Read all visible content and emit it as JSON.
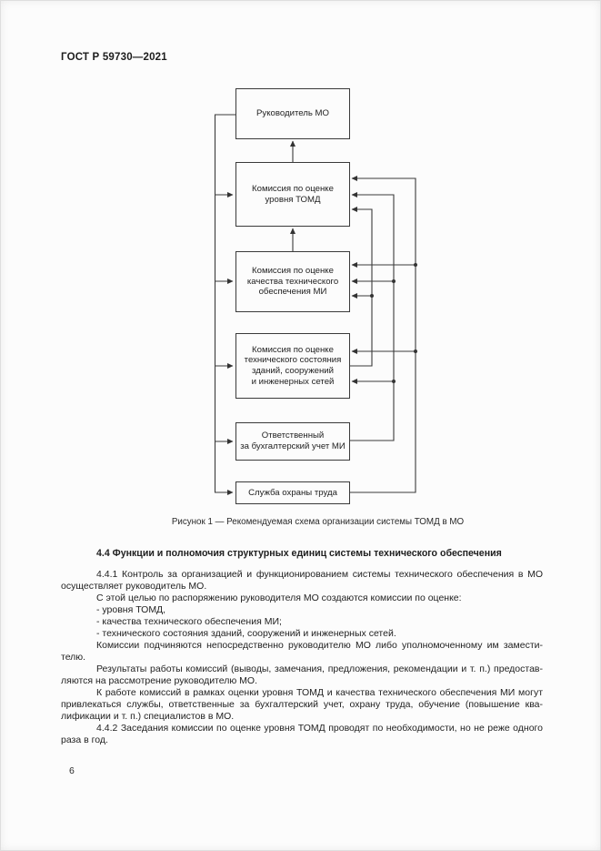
{
  "page": {
    "header": "ГОСТ Р 59730—2021",
    "page_number": "6"
  },
  "figure": {
    "caption": "Рисунок 1 — Рекомендуемая схема организации системы ТОМД в МО",
    "boxes": [
      {
        "id": "head-of-mo",
        "label": "Руководитель МО"
      },
      {
        "id": "commission-tomd-level",
        "label": "Комиссия по оценке\nуровня ТОМД"
      },
      {
        "id": "commission-tech-quality",
        "label": "Комиссия по оценке\nкачества технического\nобеспечения МИ"
      },
      {
        "id": "commission-buildings",
        "label": "Комиссия по оценке\nтехнического состояния\nзданий, сооружений\nи инженерных сетей"
      },
      {
        "id": "accounting-responsible",
        "label": "Ответственный\nза бухгалтерский учет МИ"
      },
      {
        "id": "labor-safety-service",
        "label": "Служба охраны труда"
      }
    ]
  },
  "section": {
    "heading": "4.4 Функции и полномочия структурных единиц системы технического обеспечения",
    "paragraphs": [
      {
        "lines": [
          "4.4.1 Контроль за организацией и функционированием системы технического обеспечения в МО",
          "осуществляет руководитель МО."
        ]
      },
      {
        "lines": [
          "С этой целью по распоряжению руководителя МО создаются комиссии по оценке:"
        ]
      },
      {
        "lines": [
          "- уровня ТОМД,"
        ]
      },
      {
        "lines": [
          "- качества технического обеспечения МИ;"
        ]
      },
      {
        "lines": [
          "- технического состояния зданий, сооружений и инженерных сетей."
        ]
      },
      {
        "lines": [
          "Комиссии подчиняются непосредственно руководителю МО либо уполномоченному им замести-",
          "телю."
        ]
      },
      {
        "lines": [
          "Результаты работы комиссий (выводы, замечания, предложения, рекомендации и т. п.) предостав-",
          "ляются на рассмотрение руководителю МО."
        ]
      },
      {
        "lines": [
          "К работе комиссий в рамках оценки уровня ТОМД и качества технического обеспечения МИ могут",
          "привлекаться службы, ответственные за бухгалтерский учет, охрану труда, обучение (повышение ква-",
          "лификации и т. п.) специалистов в МО."
        ]
      },
      {
        "lines": [
          "4.4.2 Заседания комиссии по оценке уровня ТОМД проводят по необходимости, но не реже одного",
          "раза в год."
        ]
      }
    ]
  }
}
